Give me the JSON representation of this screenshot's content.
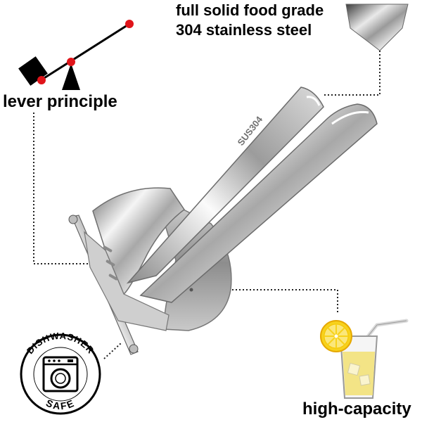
{
  "features": {
    "steel": {
      "line1": "full solid food grade",
      "line2": "304 stainless steel"
    },
    "lever": {
      "label": "lever principle"
    },
    "dishwasher": {
      "top_text": "DISHWASHER",
      "bottom_text": "SAFE"
    },
    "capacity": {
      "label": "high-capacity"
    }
  },
  "product": {
    "engraving": "SUS304"
  },
  "colors": {
    "accent_red": "#e0141a",
    "text": "#000000",
    "steel_light": "#f2f2f2",
    "steel_dark": "#7d7d7d",
    "lemon_yellow": "#f7d21c",
    "juice": "#f3e27a"
  }
}
